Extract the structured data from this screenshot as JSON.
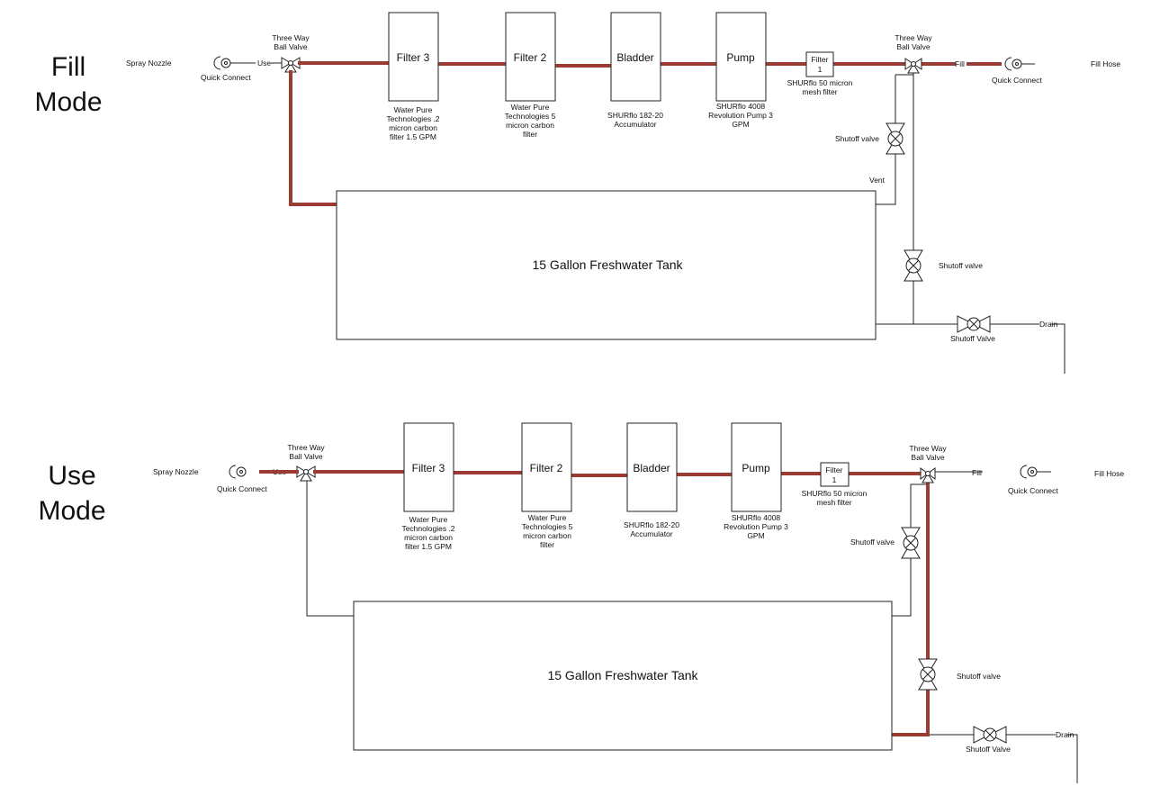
{
  "colors": {
    "active_flow": "#9b3b33",
    "line": "#222222",
    "background": "#ffffff"
  },
  "fill_mode": {
    "title_line1": "Fill",
    "title_line2": "Mode",
    "spray_nozzle": "Spray Nozzle",
    "quick_connect_left": "Quick Connect",
    "use_label": "Use",
    "valve_left_line1": "Three Way",
    "valve_left_line2": "Ball Valve",
    "filter3": "Filter 3",
    "filter3_desc": [
      "Water Pure",
      "Technologies .2",
      "micron carbon",
      "filter 1.5 GPM"
    ],
    "filter2": "Filter 2",
    "filter2_desc": [
      "Water Pure",
      "Technologies 5",
      "micron carbon",
      "filter"
    ],
    "bladder": "Bladder",
    "bladder_desc": [
      "SHURflo 182-20",
      "Accumulator"
    ],
    "pump": "Pump",
    "pump_desc": [
      "SHURflo 4008",
      "Revolution Pump 3",
      "GPM"
    ],
    "filter1_line1": "Filter",
    "filter1_line2": "1",
    "filter1_desc": [
      "SHURflo 50 micron",
      "mesh filter"
    ],
    "valve_right_line1": "Three Way",
    "valve_right_line2": "Ball Valve",
    "fill_label": "Fill",
    "quick_connect_right": "Quick Connect",
    "fill_hose": "Fill Hose",
    "shutoff_upper": "Shutoff valve",
    "vent": "Vent",
    "tank": "15 Gallon Freshwater Tank",
    "shutoff_lower": "Shutoff valve",
    "shutoff_drain": "Shutoff Valve",
    "drain": "Drain"
  },
  "use_mode": {
    "title_line1": "Use",
    "title_line2": "Mode",
    "spray_nozzle": "Spray Nozzle",
    "quick_connect_left": "Quick Connect",
    "use_label": "Use",
    "valve_left_line1": "Three Way",
    "valve_left_line2": "Ball Valve",
    "filter3": "Filter 3",
    "filter3_desc": [
      "Water Pure",
      "Technologies .2",
      "micron carbon",
      "filter 1.5 GPM"
    ],
    "filter2": "Filter 2",
    "filter2_desc": [
      "Water Pure",
      "Technologies 5",
      "micron carbon",
      "filter"
    ],
    "bladder": "Bladder",
    "bladder_desc": [
      "SHURflo 182-20",
      "Accumulator"
    ],
    "pump": "Pump",
    "pump_desc": [
      "SHURflo 4008",
      "Revolution Pump 3",
      "GPM"
    ],
    "filter1_line1": "Filter",
    "filter1_line2": "1",
    "filter1_desc": [
      "SHURflo 50 micron",
      "mesh filter"
    ],
    "valve_right_line1": "Three Way",
    "valve_right_line2": "Ball Valve",
    "fill_label": "Fill",
    "quick_connect_right": "Quick Connect",
    "fill_hose": "Fill Hose",
    "shutoff_upper": "Shutoff valve",
    "tank": "15 Gallon Freshwater Tank",
    "shutoff_lower": "Shutoff valve",
    "shutoff_drain": "Shutoff Valve",
    "drain": "Drain"
  }
}
